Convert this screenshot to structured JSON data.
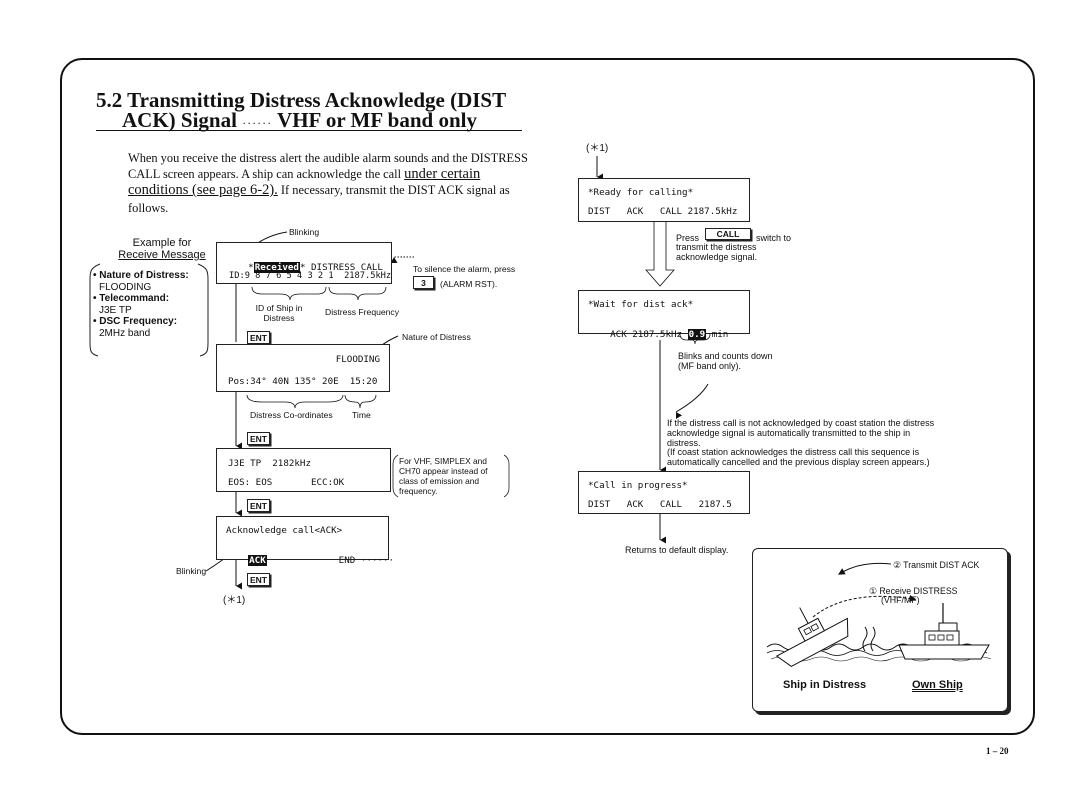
{
  "title": {
    "line1": "5.2 Transmitting  Distress  Acknowledge  (DIST",
    "line2_a": "ACK) Signal",
    "line2_dots": "······",
    "line2_b": "VHF or MF band only"
  },
  "intro": {
    "l1": "When you receive the distress alert the audible alarm sounds and the DISTRESS",
    "l2_a": "CALL screen appears.  A ship can acknowledge the call ",
    "l2_u": "under certain",
    "l3_u": "conditions (see page 6-2).",
    "l3_b": " If necessary, transmit the DIST ACK signal as",
    "l4": "follows."
  },
  "example": {
    "heading1": "Example for",
    "heading2": "Receive Message",
    "items": [
      {
        "label": "• Nature of Distress:",
        "value": "FLOODING"
      },
      {
        "label": "• Telecommand:",
        "value": "J3E TP"
      },
      {
        "label": "• DSC Frequency:",
        "value": "2MHz band"
      }
    ]
  },
  "labels": {
    "blinking_top": "Blinking",
    "silence_1": "To silence the alarm, press",
    "silence_2": "(ALARM RST).",
    "key_3": "3",
    "id_of_ship_1": "ID of Ship in",
    "id_of_ship_2": "Distress",
    "distress_freq": "Distress Frequency",
    "nature_of_distress": "Nature of Distress",
    "distress_coords": "Distress Co-ordinates",
    "time": "Time",
    "vhf_note": [
      "For VHF, SIMPLEX and",
      "CH70 appear instead of",
      "class of emission and",
      "frequency."
    ],
    "blinking_bottom": "Blinking",
    "ref_star_left": "(＊1)",
    "ref_star_right": "(＊1)",
    "press_1a": "Press",
    "press_1b": "switch to",
    "press_2": "transmit the distress",
    "press_3": "acknowledge signal.",
    "call_key": "CALL",
    "blinks_1": "Blinks and counts down",
    "blinks_2": "(MF band only).",
    "if_not": [
      "If the distress call is not acknowledged by coast station the distress",
      "acknowledge signal is automatically transmitted to the ship in",
      "distress.",
      "(If coast station acknowledges the distress call this sequence is",
      "automatically cancelled and the previous display screen appears.)"
    ],
    "returns": "Returns to default display.",
    "ent": "ENT",
    "page_number": "1 – 20"
  },
  "screens": {
    "s1": {
      "l1_a": "*",
      "l1_inv": "Received",
      "l1_b": "* DISTRESS CALL",
      "l2": "ID:9 8 7 6 5 4 3 2 1  2187.5kHz"
    },
    "s2": {
      "l1": "FLOODING",
      "l2": "Pos:34° 40N 135° 20E  15:20"
    },
    "s3": {
      "l1": "J3E TP  2182kHz",
      "l2": "EOS: EOS       ECC:OK"
    },
    "s4": {
      "l1": "Acknowledge call<ACK>",
      "l2_inv": "ACK",
      "l2_b": "END ······"
    },
    "r1": {
      "l1": "*Ready for calling*",
      "l2": "DIST   ACK   CALL 2187.5kHz"
    },
    "r2": {
      "l1": "*Wait for dist ack*",
      "l2_a": "ACK 2187.5kHz ",
      "l2_inv": "0.9",
      "l2_b": " min"
    },
    "r3": {
      "l1": "*Call in progress*",
      "l2": "DIST   ACK   CALL   2187.5"
    }
  },
  "illustration": {
    "transmit": "② Transmit DIST ACK",
    "receive_1": "① Receive DISTRESS",
    "receive_2": "(VHF/MF)",
    "ship_in_distress": "Ship in Distress",
    "own_ship": "Own Ship"
  }
}
